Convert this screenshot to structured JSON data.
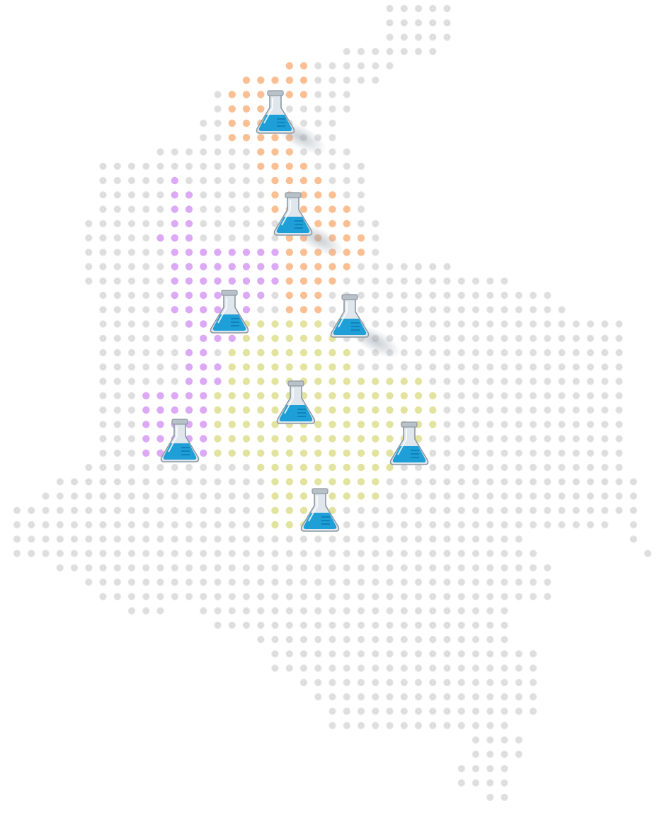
{
  "map": {
    "colors": {
      "background": "#ffffff",
      "base_dot": "#e3e3e3",
      "base_dot_inner": "#d2d2d2"
    },
    "regions": [
      {
        "name": "north-region",
        "color": "#fbbf94"
      },
      {
        "name": "west-region",
        "color": "#dcaaf5"
      },
      {
        "name": "central-region",
        "color": "#e3e3a0"
      }
    ],
    "markers": [
      {
        "name": "lab-marker",
        "icon": "flask-icon"
      },
      {
        "name": "lab-marker",
        "icon": "flask-icon"
      },
      {
        "name": "lab-marker",
        "icon": "flask-icon"
      },
      {
        "name": "lab-marker",
        "icon": "flask-icon"
      },
      {
        "name": "lab-marker",
        "icon": "flask-icon"
      },
      {
        "name": "lab-marker",
        "icon": "flask-icon"
      },
      {
        "name": "lab-marker",
        "icon": "flask-icon"
      },
      {
        "name": "lab-marker",
        "icon": "flask-icon"
      }
    ],
    "flask_colors": {
      "liquid": "#1e9fd8",
      "liquid_dark": "#0d7cb0",
      "glass": "#dfe6ec",
      "glass_edge": "#8e99a3",
      "cap": "#b9c1c8"
    }
  }
}
